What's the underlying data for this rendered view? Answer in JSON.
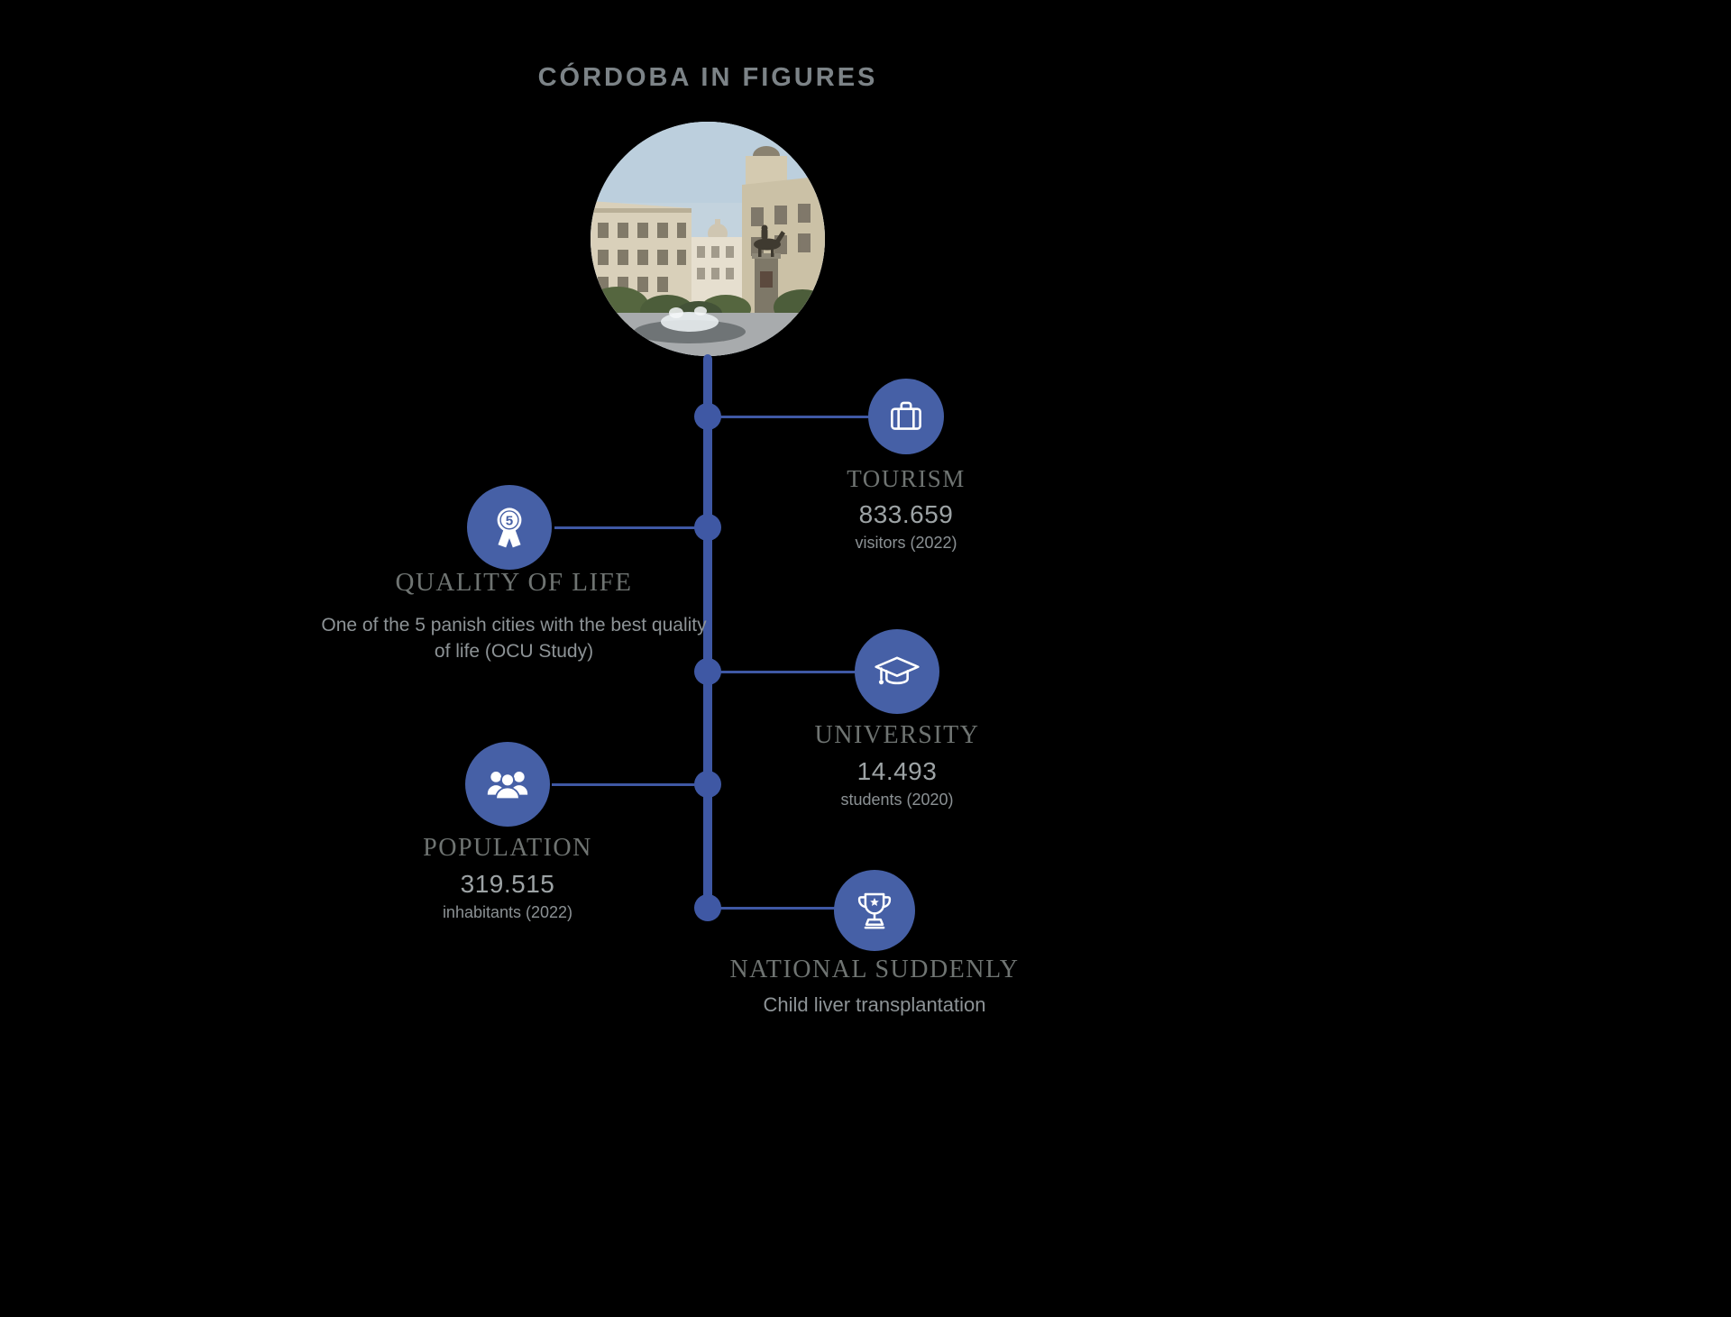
{
  "title": "CÓRDOBA IN FIGURES",
  "photo": {
    "description": "Circular photo of Córdoba plaza with equestrian statue and buildings"
  },
  "items": [
    {
      "heading": "TOURISM",
      "value": "833.659",
      "caption": "visitors (2022)",
      "icon": "suitcase-icon"
    },
    {
      "heading": "QUALITY OF LIFE",
      "description": "One of the 5 panish cities with the best quality of life (OCU Study)",
      "medal_number": "5",
      "icon": "medal-icon"
    },
    {
      "heading": "UNIVERSITY",
      "value": "14.493",
      "caption": "students (2020)",
      "icon": "graduation-cap-icon"
    },
    {
      "heading": "POPULATION",
      "value": "319.515",
      "caption": "inhabitants (2022)",
      "icon": "people-icon"
    },
    {
      "heading": "NATIONAL SUDDENLY",
      "caption": "Child liver transplantation",
      "icon": "trophy-icon"
    }
  ],
  "colors": {
    "background": "#000000",
    "accent_blue": "#4660a6",
    "line_blue": "#3f58a4",
    "heading_gray": "#6f7472",
    "value_gray": "#9da3a5",
    "caption_gray": "#8b9194",
    "title_gray": "#7c8387"
  }
}
